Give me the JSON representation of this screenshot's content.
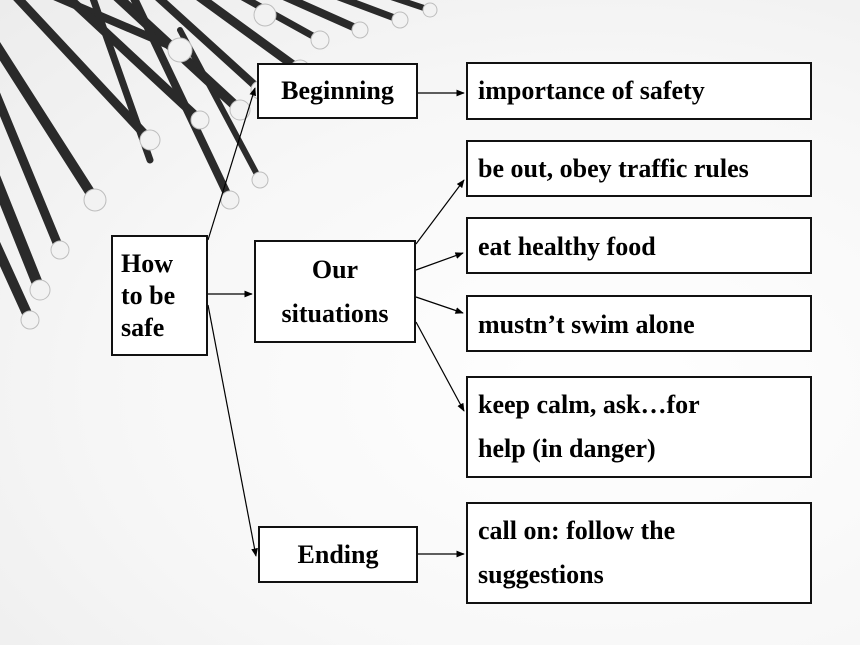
{
  "root": {
    "label_lines": [
      "How",
      "to be",
      "safe"
    ]
  },
  "sections": {
    "beginning": "Beginning",
    "situations_lines": [
      "Our",
      "situations"
    ],
    "ending": "Ending"
  },
  "details": {
    "importance": "importance of safety",
    "traffic": "be out, obey traffic rules",
    "food": "eat healthy food",
    "swim": "mustn’t swim alone",
    "calm_lines": [
      "keep calm, ask…for",
      "help (in danger)"
    ],
    "call_lines": [
      "call on: follow the",
      "suggestions"
    ]
  }
}
